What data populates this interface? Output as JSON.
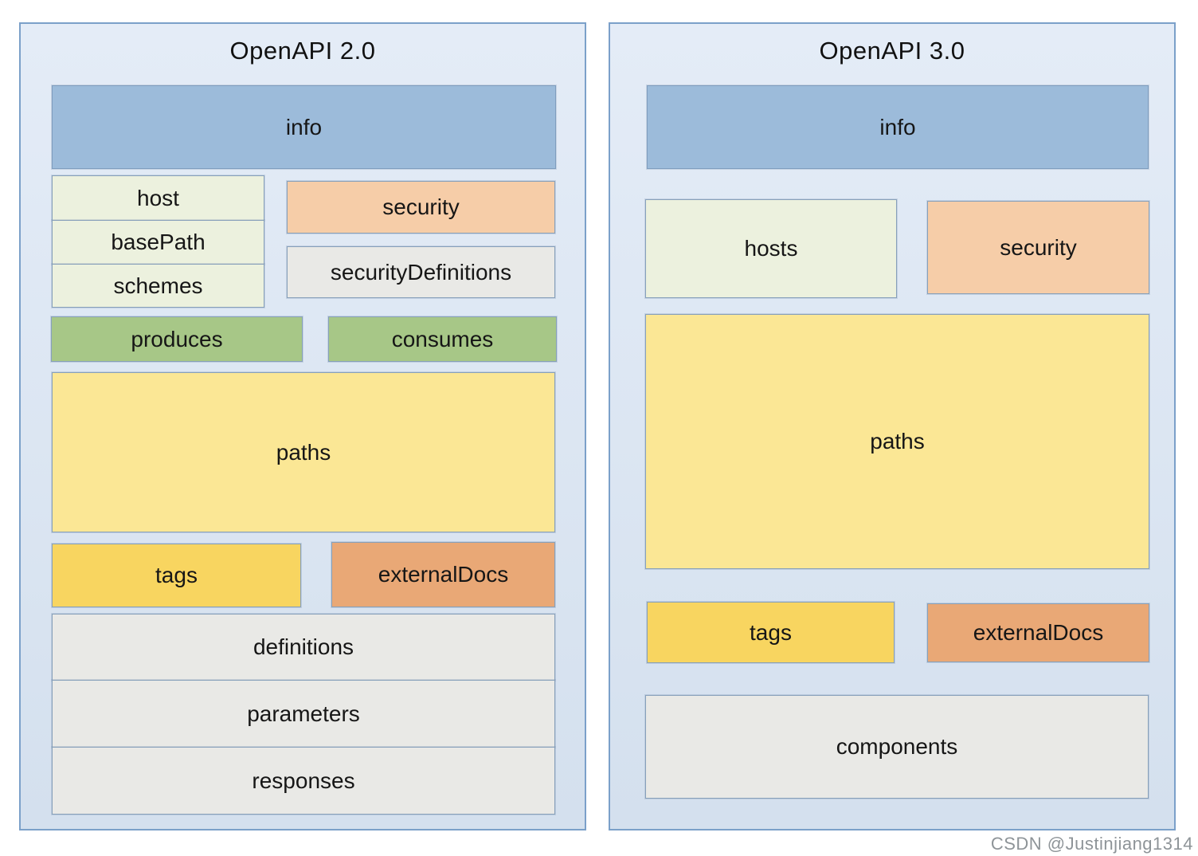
{
  "left": {
    "title": "OpenAPI 2.0",
    "info": "info",
    "host": "host",
    "basePath": "basePath",
    "schemes": "schemes",
    "security": "security",
    "securityDefinitions": "securityDefinitions",
    "produces": "produces",
    "consumes": "consumes",
    "paths": "paths",
    "tags": "tags",
    "externalDocs": "externalDocs",
    "definitions": "definitions",
    "parameters": "parameters",
    "responses": "responses"
  },
  "right": {
    "title": "OpenAPI 3.0",
    "info": "info",
    "hosts": "hosts",
    "security": "security",
    "paths": "paths",
    "tags": "tags",
    "externalDocs": "externalDocs",
    "components": "components"
  },
  "watermark": "CSDN @Justinjiang1314",
  "colors": {
    "panel_bg_top": "#e4ecf7",
    "panel_bg_bottom": "#d4e0ee",
    "panel_border": "#7ba0c9",
    "box_border": "#87a0ba",
    "info": "#9cbbda",
    "info_border": "#7f9dbe",
    "light_green": "#ecf1de",
    "peach": "#f6cda8",
    "gray": "#e9e9e6",
    "green": "#a7c787",
    "yellow": "#fbe795",
    "gold": "#f8d560",
    "orange": "#e9a876"
  }
}
